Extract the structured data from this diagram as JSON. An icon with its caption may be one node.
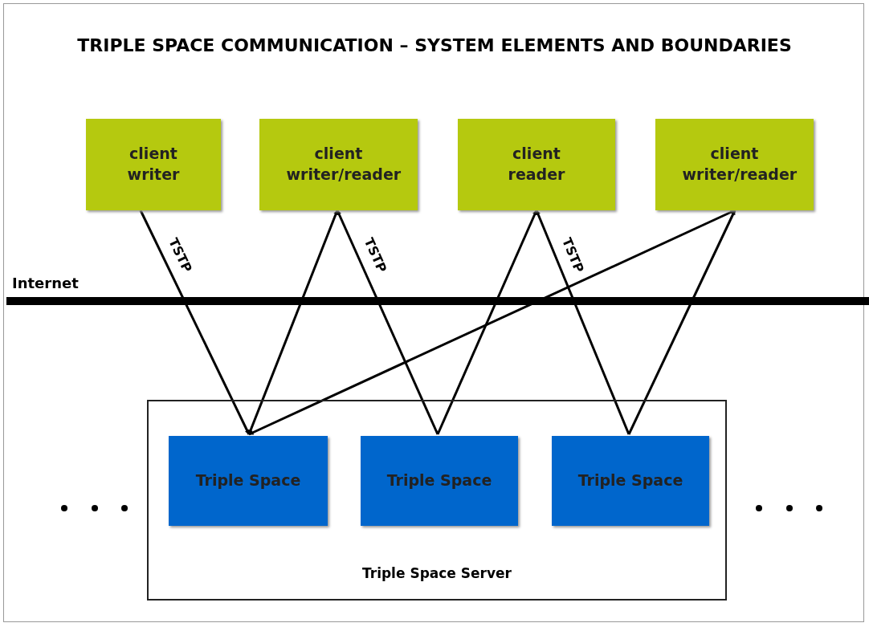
{
  "diagram": {
    "title": "TRIPLE SPACE COMMUNICATION – SYSTEM ELEMENTS AND BOUNDARIES",
    "nodes": [
      {
        "text": [
          "client writer"
        ]
      },
      {
        "text": [
          "client writer/reader"
        ]
      },
      {
        "text": [
          "client reader"
        ]
      },
      {
        "text": [
          "client writer/reader"
        ]
      },
      {
        "text": [
          "Triple Space Server"
        ]
      },
      {
        "text": [
          "Triple Space"
        ],
        "in": 4
      },
      {
        "text": [
          "Triple Space"
        ],
        "in": 4
      },
      {
        "text": [
          "Triple Space"
        ],
        "in": 4
      }
    ],
    "edges": [
      {
        "from": 0,
        "to": 5,
        "arrow": "to",
        "label": "TSTP"
      },
      {
        "from": 5,
        "to": 1,
        "arrow": "both"
      },
      {
        "from": 6,
        "to": 1,
        "arrow": "to",
        "label": "TSTP"
      },
      {
        "from": 6,
        "to": 2,
        "arrow": "to"
      },
      {
        "from": 7,
        "to": 2,
        "arrow": "to",
        "label": "TSTP"
      },
      {
        "from": 7,
        "to": 3,
        "arrow": "to"
      },
      {
        "from": 5,
        "to": 3,
        "arrow": "both"
      }
    ],
    "labels": [
      "Internet"
    ]
  }
}
